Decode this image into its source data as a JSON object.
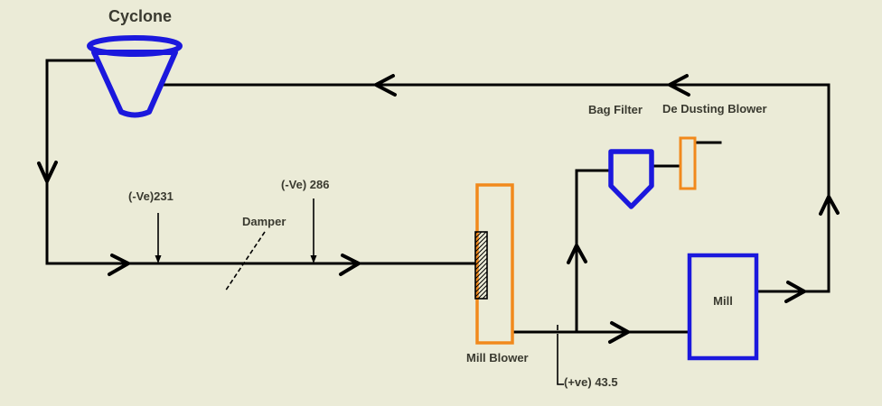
{
  "diagram": {
    "type": "process-flow-diagram",
    "system": "mill-ventilation-circuit",
    "labels": {
      "cyclone": "Cyclone",
      "bag_filter": "Bag Filter",
      "de_dusting_blower": "De Dusting Blower",
      "damper": "Damper",
      "mill_blower": "Mill Blower",
      "mill": "Mill",
      "pressure_reading_1": "(-Ve)231",
      "pressure_reading_2": "(-Ve) 286",
      "pressure_reading_3": "(+ve) 43.5"
    },
    "colors": {
      "background": "#ebebd7",
      "equipment_blue": "#1b18dd",
      "equipment_orange": "#f1891c",
      "line": "#000000",
      "text": "#3a3a30"
    }
  }
}
